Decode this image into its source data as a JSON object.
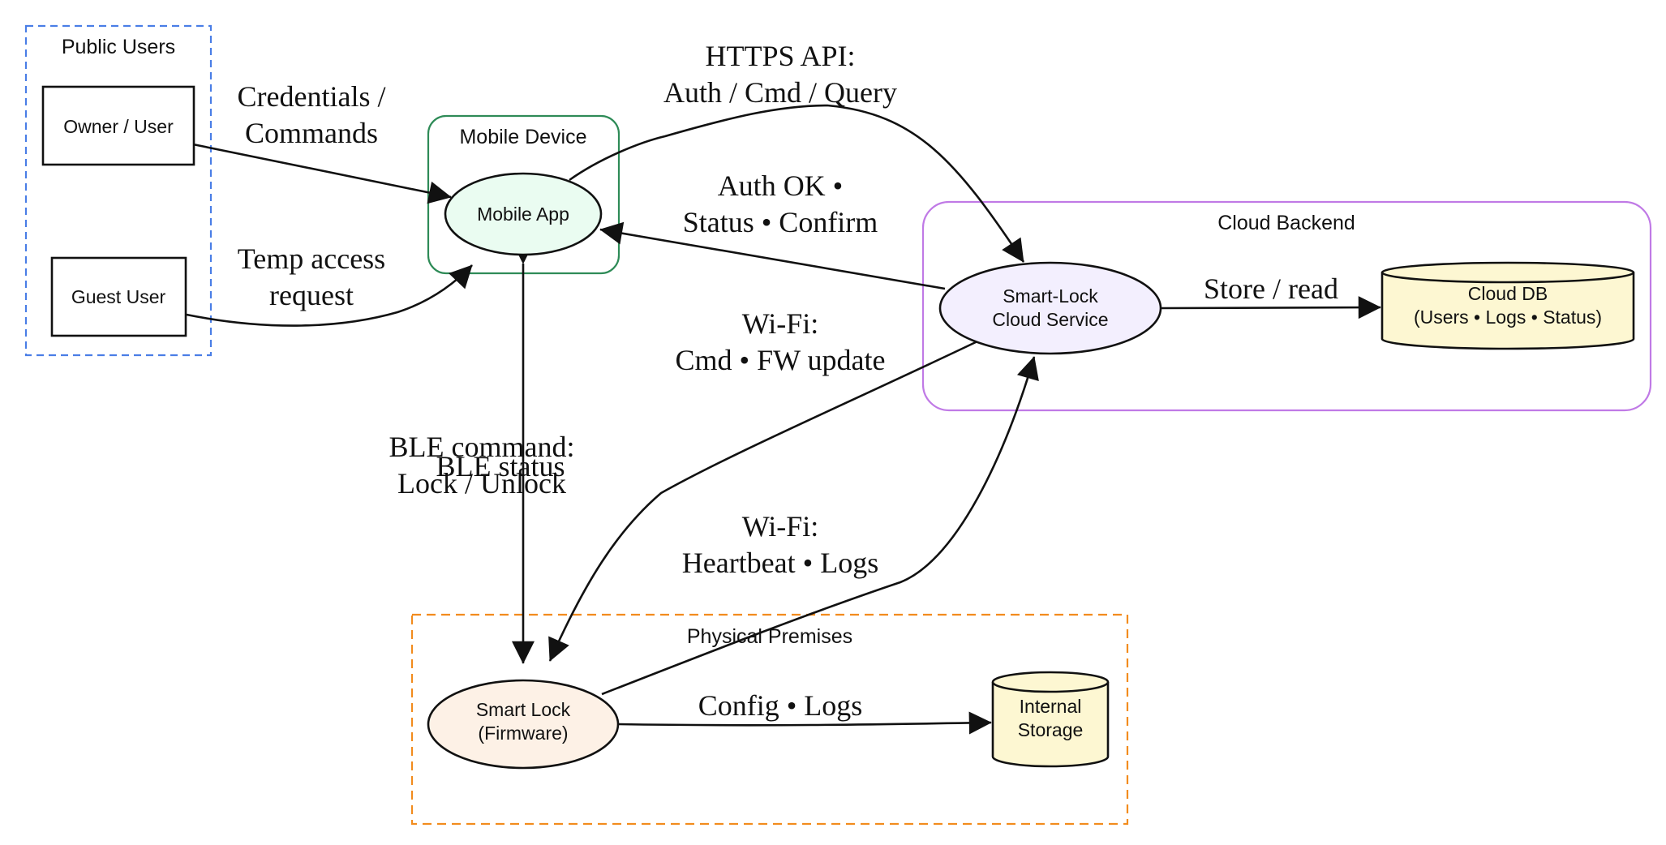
{
  "colors": {
    "public_users_border": "#4a7ee6",
    "mobile_device_border": "#2e8b57",
    "cloud_backend_border": "#c07ae6",
    "physical_premises_border": "#f28c1e",
    "mobile_app_fill": "#eafcf1",
    "cloud_service_fill": "#f3effe",
    "smart_lock_fill": "#fdf1e6",
    "storage_fill": "#fdf7d2",
    "stroke": "#111111"
  },
  "groups": {
    "public_users": "Public Users",
    "mobile_device": "Mobile Device",
    "cloud_backend": "Cloud Backend",
    "physical_premises": "Physical Premises"
  },
  "nodes": {
    "owner_user": "Owner / User",
    "guest_user": "Guest User",
    "mobile_app": "Mobile App",
    "cloud_service": [
      "Smart-Lock",
      "Cloud Service"
    ],
    "cloud_db": [
      "Cloud DB",
      "(Users • Logs • Status)"
    ],
    "smart_lock": [
      "Smart Lock",
      "(Firmware)"
    ],
    "internal_storage": [
      "Internal",
      "Storage"
    ]
  },
  "edges": {
    "credentials": [
      "Credentials /",
      "Commands"
    ],
    "temp_access": [
      "Temp access",
      "request"
    ],
    "https_api": [
      "HTTPS API:",
      "Auth / Cmd / Query"
    ],
    "auth_ok": [
      "Auth OK •",
      "Status • Confirm"
    ],
    "store_read": "Store / read",
    "wifi_cmd": [
      "Wi-Fi:",
      "Cmd • FW update"
    ],
    "wifi_heartbeat": [
      "Wi-Fi:",
      "Heartbeat • Logs"
    ],
    "ble_command": [
      "BLE command:",
      "Lock / Unlock"
    ],
    "ble_status": "BLE status",
    "config_logs": "Config • Logs"
  }
}
